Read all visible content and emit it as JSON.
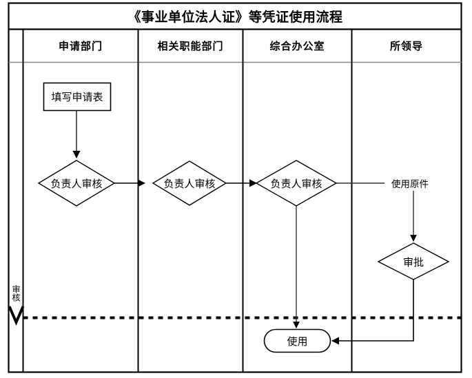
{
  "diagram": {
    "title": "《事业单位法人证》等凭证使用流程",
    "frame": {
      "border_color": "#000000",
      "divider_color": "#555555",
      "background": "#ffffff"
    },
    "swimlane_side_label": "审核",
    "columns": [
      {
        "id": "col-apply",
        "label": "申请部门"
      },
      {
        "id": "col-func",
        "label": "相关职能部门"
      },
      {
        "id": "col-office",
        "label": "综合办公室"
      },
      {
        "id": "col-leader",
        "label": "所领导"
      }
    ],
    "nodes": [
      {
        "id": "n1",
        "shape": "rectangle",
        "label": "填写申请表",
        "column": "col-apply"
      },
      {
        "id": "n2",
        "shape": "diamond",
        "label": "负责人审核",
        "column": "col-apply"
      },
      {
        "id": "n3",
        "shape": "diamond",
        "label": "负责人审核",
        "column": "col-func"
      },
      {
        "id": "n4",
        "shape": "diamond",
        "label": "负责人审核",
        "column": "col-office"
      },
      {
        "id": "n5",
        "shape": "diamond",
        "label": "审批",
        "column": "col-leader"
      },
      {
        "id": "n6",
        "shape": "rounded",
        "label": "使用",
        "column": "col-office"
      }
    ],
    "edges": [
      {
        "id": "e1",
        "from": "n1",
        "to": "n2",
        "label": ""
      },
      {
        "id": "e2",
        "from": "n2",
        "to": "n3",
        "label": ""
      },
      {
        "id": "e3",
        "from": "n3",
        "to": "n4",
        "label": ""
      },
      {
        "id": "e4",
        "from": "n4",
        "to": "n5",
        "label": "使用原件"
      },
      {
        "id": "e5",
        "from": "n4",
        "to": "n6",
        "label": ""
      },
      {
        "id": "e6",
        "from": "n5",
        "to": "n6",
        "label": ""
      }
    ],
    "separator": {
      "style": "dashed",
      "color": "#000000"
    }
  },
  "chart_data": {
    "type": "diagram",
    "title": "《事业单位法人证》等凭证使用流程",
    "swimlanes": [
      "申请部门",
      "相关职能部门",
      "综合办公室",
      "所领导"
    ],
    "side_phase_label": "审核",
    "nodes": [
      {
        "label": "填写申请表",
        "lane": "申请部门",
        "shape": "process"
      },
      {
        "label": "负责人审核",
        "lane": "申请部门",
        "shape": "decision"
      },
      {
        "label": "负责人审核",
        "lane": "相关职能部门",
        "shape": "decision"
      },
      {
        "label": "负责人审核",
        "lane": "综合办公室",
        "shape": "decision"
      },
      {
        "label": "审批",
        "lane": "所领导",
        "shape": "decision"
      },
      {
        "label": "使用",
        "lane": "综合办公室",
        "shape": "terminator"
      }
    ],
    "edge_labels": [
      "使用原件"
    ]
  }
}
